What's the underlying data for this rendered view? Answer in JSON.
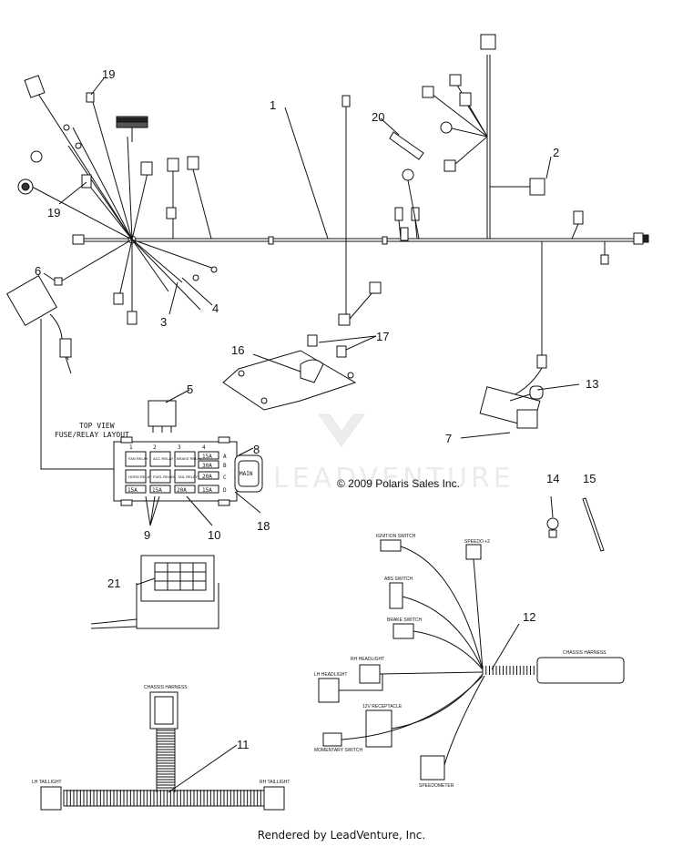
{
  "callouts": [
    "1",
    "2",
    "3",
    "4",
    "5",
    "6",
    "7",
    "8",
    "9",
    "10",
    "11",
    "12",
    "13",
    "14",
    "15",
    "16",
    "17",
    "18",
    "19",
    "20",
    "21"
  ],
  "callout_19b": "19",
  "fuse_layout": {
    "title_line1": "TOP VIEW",
    "title_line2": "FUSE/RELAY LAYOUT",
    "columns": [
      "1",
      "2",
      "3",
      "4"
    ],
    "rows": [
      "A",
      "B",
      "C",
      "D"
    ],
    "relays_top": [
      "FAN RELAY",
      "ACC RELAY",
      "BRAKE RELAY"
    ],
    "fuses_right": [
      "15A",
      "30A"
    ],
    "relays_mid": [
      "HORN RELAY",
      "FUEL RELAY",
      "TAIL RELAY"
    ],
    "fuse_mid": "20A",
    "fuses_bottom": [
      "15A",
      "15A",
      "20A",
      "15A"
    ],
    "main_label": "MAIN"
  },
  "copyright": "© 2009 Polaris Sales Inc.",
  "watermark": "LEADVENTURE",
  "harness_labels": {
    "ignition": "IGNITION SWITCH",
    "speedo": "SPEEDO +2",
    "abs": "ABS SWITCH",
    "brake": "BRAKE SWITCH",
    "headlight_rh": "RH HEADLIGHT",
    "headlight_lh": "LH HEADLIGHT",
    "receptacle": "12V RECEPTACLE",
    "momentary": "MOMENTARY SWITCH",
    "speedometer": "SPEEDOMETER",
    "chassis_right": "CHASSIS HARNESS",
    "chassis_top": "CHASSIS HARNESS",
    "lh_taillight": "LH TAILLIGHT",
    "rh_taillight": "RH TAILLIGHT"
  },
  "footer": "Rendered by LeadVenture, Inc."
}
